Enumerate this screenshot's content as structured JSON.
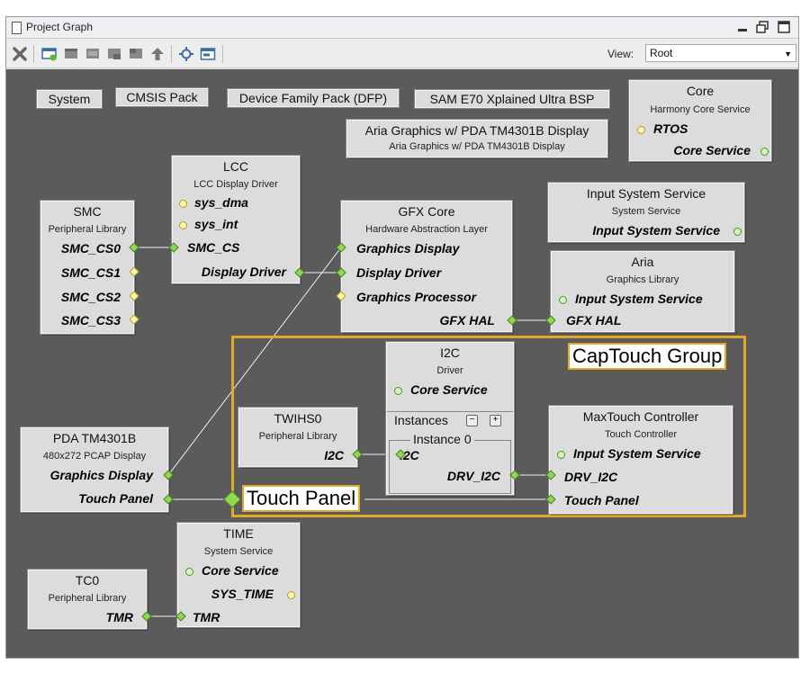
{
  "window": {
    "title": "Project Graph"
  },
  "toolbar": {
    "view_label": "View:",
    "view_value": "Root"
  },
  "buttons": {
    "system": "System",
    "cmsis": "CMSIS Pack",
    "dfp": "Device Family Pack (DFP)",
    "bsp": "SAM E70 Xplained Ultra BSP"
  },
  "aria_display": {
    "name": "Aria Graphics w/ PDA TM4301B Display",
    "sub": "Aria Graphics w/ PDA TM4301B Display"
  },
  "core": {
    "name": "Core",
    "sub": "Harmony Core Service",
    "ports": [
      "RTOS",
      "Core Service"
    ]
  },
  "lcc": {
    "name": "LCC",
    "sub": "LCC Display Driver",
    "ports": [
      "sys_dma",
      "sys_int",
      "SMC_CS",
      "Display Driver"
    ]
  },
  "smc": {
    "name": "SMC",
    "sub": "Peripheral Library",
    "ports": [
      "SMC_CS0",
      "SMC_CS1",
      "SMC_CS2",
      "SMC_CS3"
    ]
  },
  "gfx": {
    "name": "GFX Core",
    "sub": "Hardware Abstraction Layer",
    "ports": [
      "Graphics Display",
      "Display Driver",
      "Graphics Processor",
      "GFX HAL"
    ]
  },
  "input": {
    "name": "Input System Service",
    "sub": "System Service",
    "ports": [
      "Input System Service"
    ]
  },
  "aria": {
    "name": "Aria",
    "sub": "Graphics Library",
    "ports": [
      "Input System Service",
      "GFX HAL"
    ]
  },
  "group": {
    "label": "CapTouch Group",
    "touch_label": "Touch Panel"
  },
  "i2c": {
    "name": "I2C",
    "sub": "Driver",
    "ports": [
      "Core Service",
      "I2C",
      "DRV_I2C"
    ],
    "instances": "Instances",
    "instance0": "Instance 0",
    "minus": "−",
    "plus": "+"
  },
  "twihs": {
    "name": "TWIHS0",
    "sub": "Peripheral Library",
    "ports": [
      "I2C"
    ]
  },
  "maxtouch": {
    "name": "MaxTouch Controller",
    "sub": "Touch Controller",
    "ports": [
      "Input System Service",
      "DRV_I2C",
      "Touch Panel"
    ]
  },
  "pda": {
    "name": "PDA TM4301B",
    "sub": "480x272 PCAP Display",
    "ports": [
      "Graphics Display",
      "Touch Panel"
    ]
  },
  "time": {
    "name": "TIME",
    "sub": "System Service",
    "ports": [
      "Core Service",
      "SYS_TIME",
      "TMR"
    ]
  },
  "tc0": {
    "name": "TC0",
    "sub": "Peripheral Library",
    "ports": [
      "TMR"
    ]
  },
  "colors": {
    "canvas": "#5b5b5b",
    "component": "#dcdcdc",
    "group_border": "#e0a928",
    "connected_port": "#8edc4e",
    "open_port": "#fff6a8"
  }
}
